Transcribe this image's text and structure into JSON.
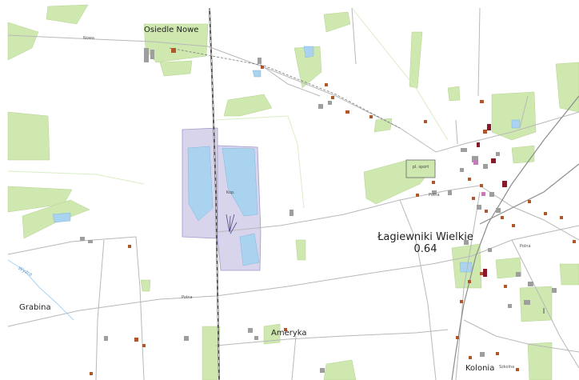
{
  "colors": {
    "background": "#ffffff",
    "green": "#cfe8b0",
    "green_dark": "#bddc9a",
    "water": "#aad3f0",
    "pit": "#d8d4ec",
    "pit_border": "#a29acc",
    "road": "#b8b8b8",
    "railway": "#555555",
    "building_grey": "#9e9e9e",
    "building_brown": "#b0562a",
    "building_red": "#8a1a2a"
  },
  "labels": {
    "osiedle_nowe": "Osiedle Nowe",
    "lagiewniki": "Łagiewniki Wielkie",
    "value": "0.64",
    "ameryka": "Ameryka",
    "grabina": "Grabina",
    "kolonia": "Kolonia",
    "wyzra": "Wyżra",
    "kop": "Kop.",
    "pl_sport": "pl. sport",
    "polna_1": "Polna",
    "polna_2": "Polna",
    "polna_3": "Polna",
    "nowa": "Nowa",
    "szkolna": "Szkolna"
  }
}
